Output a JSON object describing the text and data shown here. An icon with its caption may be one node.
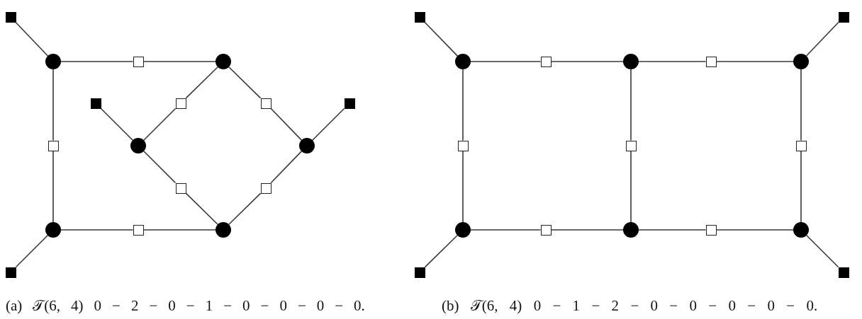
{
  "diagram": {
    "nodes": [
      {
        "text": [],
        "shape": "box"
      },
      {
        "text": [],
        "shape": "circle"
      },
      {
        "text": [],
        "shape": "box"
      },
      {
        "text": [],
        "shape": "circle"
      },
      {
        "text": [],
        "shape": "box"
      },
      {
        "text": [],
        "shape": "box"
      },
      {
        "text": [],
        "shape": "box"
      },
      {
        "text": [],
        "shape": "box"
      },
      {
        "text": [],
        "shape": "box"
      },
      {
        "text": [],
        "shape": "circle"
      },
      {
        "text": [],
        "shape": "circle"
      },
      {
        "text": [],
        "shape": "box"
      },
      {
        "text": [],
        "shape": "box"
      },
      {
        "text": [],
        "shape": "circle"
      },
      {
        "text": [],
        "shape": "box"
      },
      {
        "text": [],
        "shape": "circle"
      },
      {
        "text": [],
        "shape": "box"
      },
      {
        "text": [],
        "shape": "box"
      },
      {
        "text": [],
        "shape": "box"
      },
      {
        "text": [],
        "shape": "circle"
      },
      {
        "text": [],
        "shape": "box"
      },
      {
        "text": [],
        "shape": "circle"
      },
      {
        "text": [],
        "shape": "box"
      },
      {
        "text": [],
        "shape": "circle"
      },
      {
        "text": [],
        "shape": "box"
      },
      {
        "text": [],
        "shape": "box"
      },
      {
        "text": [],
        "shape": "box"
      },
      {
        "text": [],
        "shape": "circle"
      },
      {
        "text": [],
        "shape": "box"
      },
      {
        "text": [],
        "shape": "circle"
      },
      {
        "text": [],
        "shape": "box"
      },
      {
        "text": [],
        "shape": "circle"
      },
      {
        "text": [],
        "shape": "box"
      },
      {
        "text": [],
        "shape": "box"
      }
    ],
    "edges": [
      {
        "from": 0,
        "to": 1,
        "arrow": "none"
      },
      {
        "from": 1,
        "to": 2,
        "arrow": "none"
      },
      {
        "from": 2,
        "to": 3,
        "arrow": "none"
      },
      {
        "from": 1,
        "to": 8,
        "arrow": "none"
      },
      {
        "from": 8,
        "to": 13,
        "arrow": "none"
      },
      {
        "from": 3,
        "to": 5,
        "arrow": "none"
      },
      {
        "from": 5,
        "to": 9,
        "arrow": "none"
      },
      {
        "from": 3,
        "to": 6,
        "arrow": "none"
      },
      {
        "from": 6,
        "to": 10,
        "arrow": "none"
      },
      {
        "from": 4,
        "to": 9,
        "arrow": "none"
      },
      {
        "from": 7,
        "to": 10,
        "arrow": "none"
      },
      {
        "from": 9,
        "to": 11,
        "arrow": "none"
      },
      {
        "from": 11,
        "to": 15,
        "arrow": "none"
      },
      {
        "from": 10,
        "to": 12,
        "arrow": "none"
      },
      {
        "from": 12,
        "to": 15,
        "arrow": "none"
      },
      {
        "from": 13,
        "to": 14,
        "arrow": "none"
      },
      {
        "from": 14,
        "to": 15,
        "arrow": "none"
      },
      {
        "from": 13,
        "to": 16,
        "arrow": "none"
      },
      {
        "from": 17,
        "to": 19,
        "arrow": "none"
      },
      {
        "from": 18,
        "to": 23,
        "arrow": "none"
      },
      {
        "from": 19,
        "to": 20,
        "arrow": "none"
      },
      {
        "from": 20,
        "to": 21,
        "arrow": "none"
      },
      {
        "from": 21,
        "to": 22,
        "arrow": "none"
      },
      {
        "from": 22,
        "to": 23,
        "arrow": "none"
      },
      {
        "from": 19,
        "to": 24,
        "arrow": "none"
      },
      {
        "from": 24,
        "to": 27,
        "arrow": "none"
      },
      {
        "from": 21,
        "to": 25,
        "arrow": "none"
      },
      {
        "from": 25,
        "to": 29,
        "arrow": "none"
      },
      {
        "from": 23,
        "to": 26,
        "arrow": "none"
      },
      {
        "from": 26,
        "to": 31,
        "arrow": "none"
      },
      {
        "from": 27,
        "to": 28,
        "arrow": "none"
      },
      {
        "from": 28,
        "to": 29,
        "arrow": "none"
      },
      {
        "from": 29,
        "to": 30,
        "arrow": "none"
      },
      {
        "from": 30,
        "to": 31,
        "arrow": "none"
      },
      {
        "from": 27,
        "to": 32,
        "arrow": "none"
      },
      {
        "from": 31,
        "to": 33,
        "arrow": "none"
      }
    ],
    "labels": [
      "(a) 𝒯(6, 4) 0 − 2 − 0 − 1 − 0 − 0 − 0 − 0.",
      "(b) 𝒯(6, 4) 0 − 1 − 2 − 0 − 0 − 0 − 0 − 0."
    ]
  }
}
